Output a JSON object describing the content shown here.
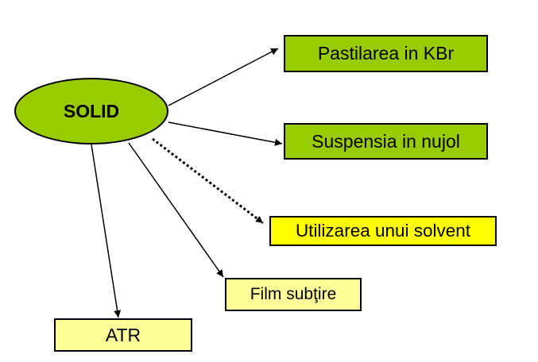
{
  "diagram": {
    "center": {
      "label": "SOLID"
    },
    "nodes": [
      {
        "id": "n1",
        "label": "Pastilarea in KBr"
      },
      {
        "id": "n2",
        "label": "Suspensia in nujol"
      },
      {
        "id": "n3",
        "label": "Utilizarea unui solvent"
      },
      {
        "id": "n4",
        "label": "Film subţire"
      },
      {
        "id": "n5",
        "label": "ATR"
      }
    ],
    "edges": [
      {
        "from": "center",
        "to": "n1",
        "style": "solid"
      },
      {
        "from": "center",
        "to": "n2",
        "style": "solid"
      },
      {
        "from": "center",
        "to": "n3",
        "style": "dotted"
      },
      {
        "from": "center",
        "to": "n4",
        "style": "solid"
      },
      {
        "from": "center",
        "to": "n5",
        "style": "solid"
      }
    ]
  },
  "colors": {
    "green": "#99cc00",
    "yellow": "#ffff99",
    "bright_yellow": "#ffff00",
    "stroke": "#000000",
    "center_fill": "#99cc00",
    "n1_fill": "#99cc00",
    "n2_fill": "#99cc00",
    "n3_fill": "#ffff00",
    "n4_fill": "#ffff99",
    "n5_fill": "#ffff99"
  }
}
